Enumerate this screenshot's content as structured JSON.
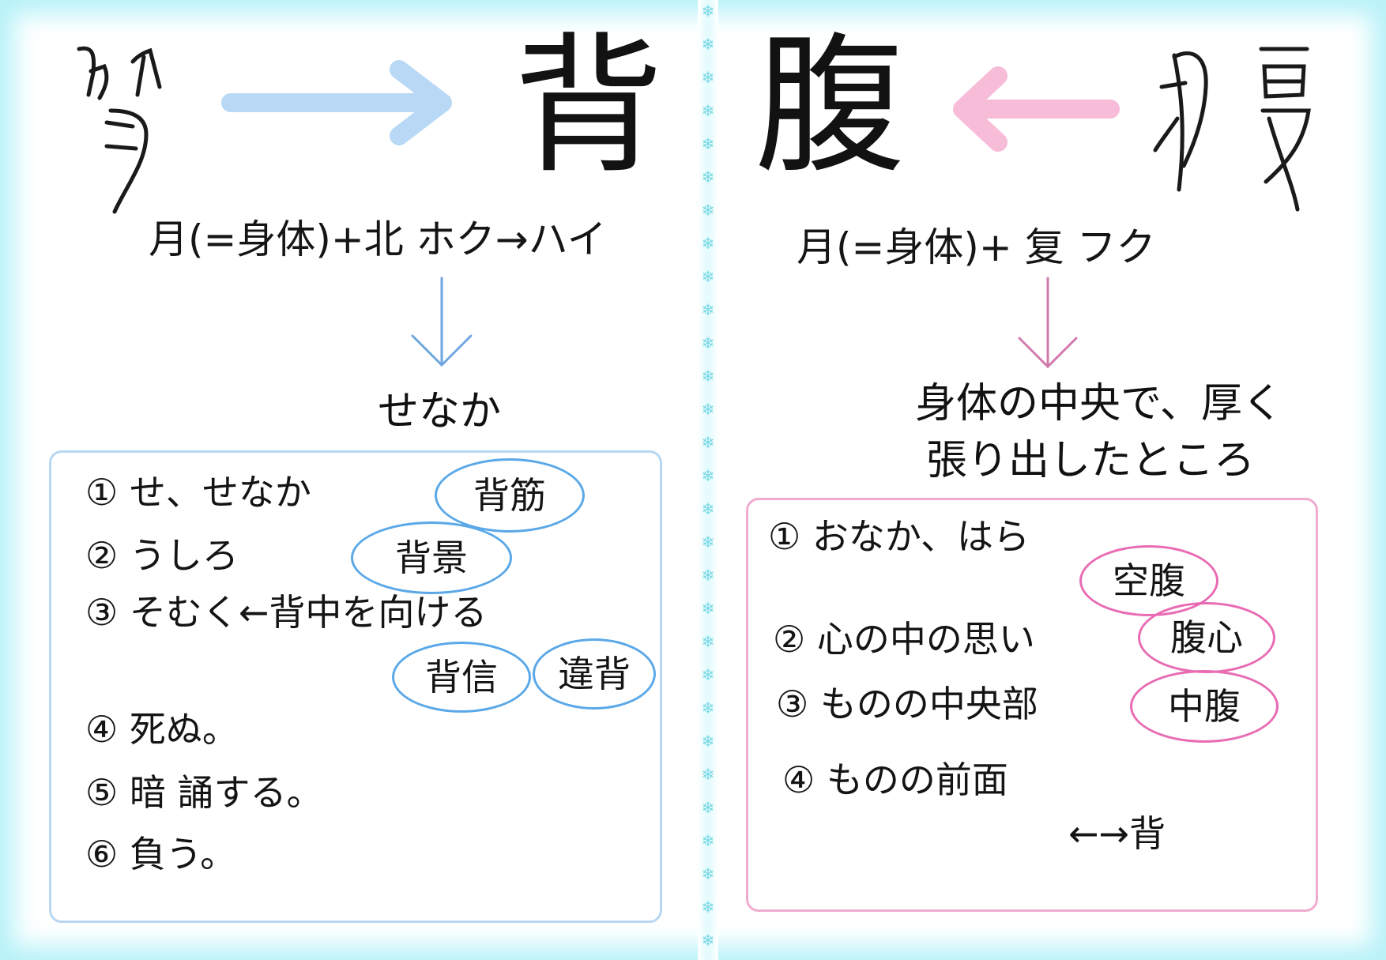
{
  "colors": {
    "blue_accent": "#5aa8e8",
    "pink_accent": "#e86bb3",
    "frame": "#b8f2f8"
  },
  "left": {
    "main_kanji": "背",
    "formula": "月(=身体)+北 ホク→ハイ",
    "reading": "せなか",
    "meanings": [
      {
        "label": "① せ、せなか"
      },
      {
        "label": "② うしろ"
      },
      {
        "label": "③ そむく←背中を向ける"
      },
      {
        "label": "④ 死ぬ。"
      },
      {
        "label": "⑤ 暗 誦する。"
      },
      {
        "label": "⑥ 負う。"
      }
    ],
    "circled_words": [
      "背筋",
      "背景",
      "背信",
      "違背"
    ]
  },
  "right": {
    "main_kanji": "腹",
    "formula": "月(=身体)+ 复 フク",
    "reading_lines": [
      "身体の中央で、厚く",
      "張り出したところ"
    ],
    "meanings": [
      {
        "label": "① おなか、はら"
      },
      {
        "label": "② 心の中の思い"
      },
      {
        "label": "③ ものの中央部"
      },
      {
        "label": "④ ものの前面"
      }
    ],
    "circled_words": [
      "空腹",
      "腹心",
      "中腹"
    ],
    "antonym": "←→背"
  }
}
